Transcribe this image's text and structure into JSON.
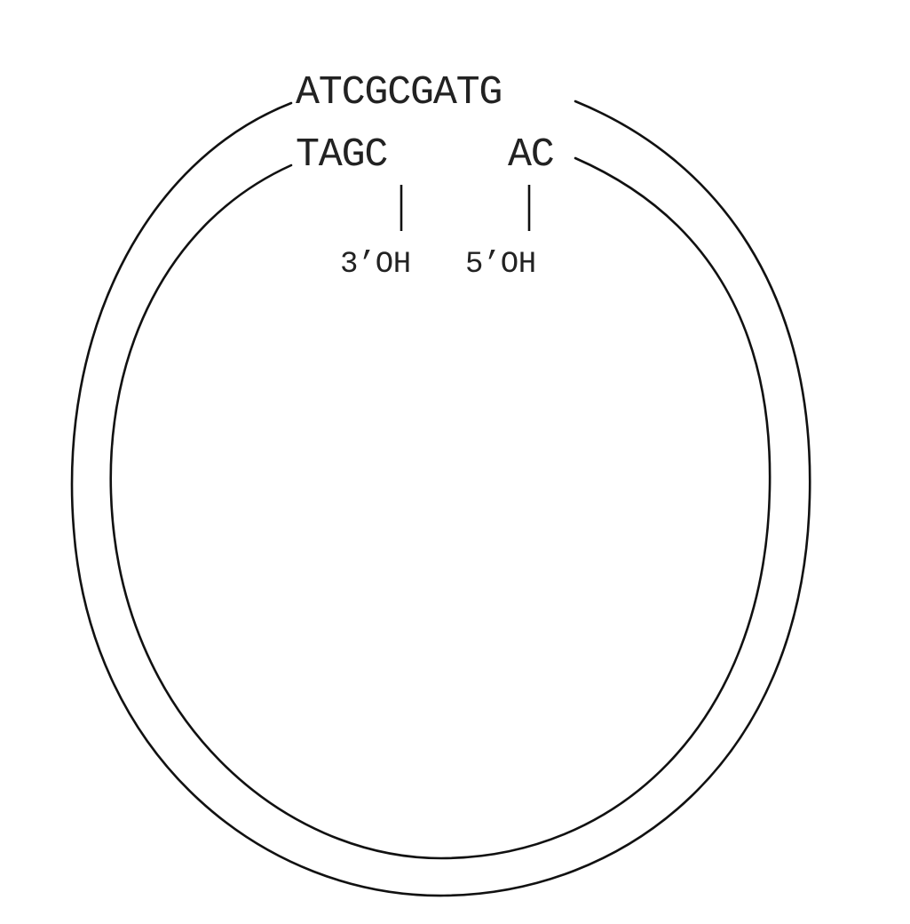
{
  "outer_strand": {
    "sequence": "ATCGCGATG"
  },
  "inner_strand": {
    "left_fragment": "TAGC",
    "right_fragment": "AC"
  },
  "ends": {
    "left_label": "3’OH",
    "right_label": "5’OH"
  },
  "colors": {
    "stroke": "#111111",
    "text": "#222222",
    "background": "#ffffff"
  }
}
